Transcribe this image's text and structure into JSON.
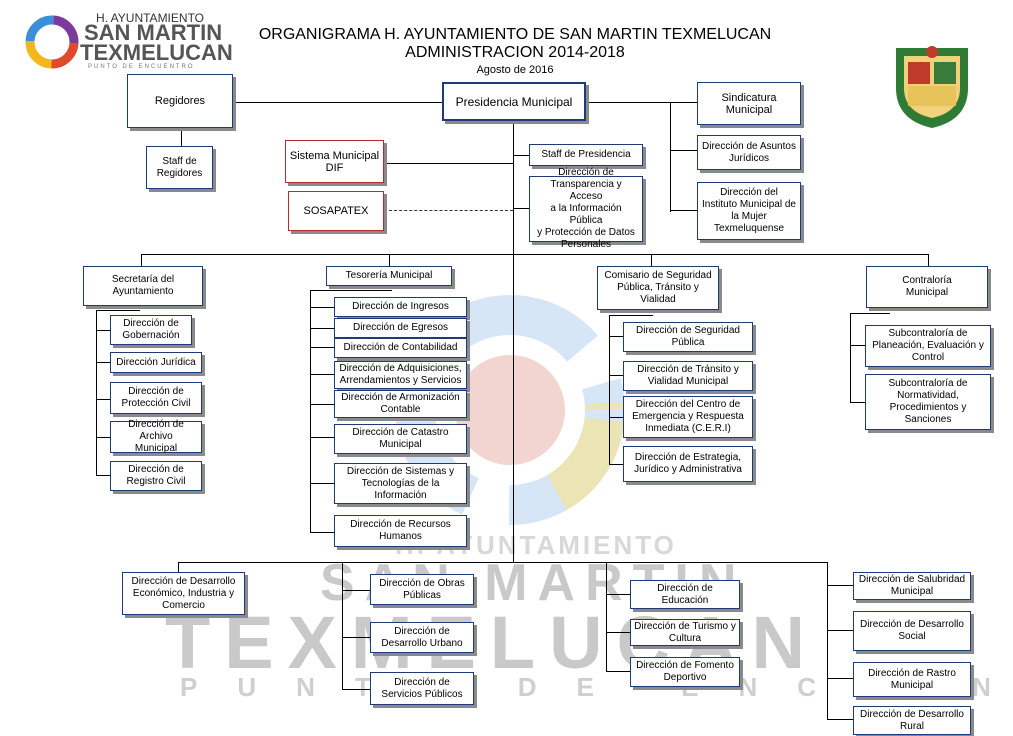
{
  "header": {
    "logo_line1": "H. AYUNTAMIENTO",
    "logo_line2": "SAN MARTIN",
    "logo_line3": "TEXMELUCAN",
    "logo_line4": "PUNTO DE ENCUENTRO",
    "title_line1": "ORGANIGRAMA H. AYUNTAMIENTO DE SAN MARTIN TEXMELUCAN",
    "title_line2": "ADMINISTRACION  2014-2018",
    "date": "Agosto de 2016"
  },
  "watermark": {
    "line1": "H. AYUNTAMIENTO",
    "line2": "SAN MARTIN",
    "line3": "TEXMELUCAN",
    "line4": "PUNTO DE ENCUENTRO"
  },
  "nodes": {
    "presidencia": "Presidencia Municipal",
    "regidores": "Regidores",
    "staff_regidores": "Staff de\nRegidores",
    "sindicatura": "Sindicatura\nMunicipal",
    "asuntos_juridicos": "Dirección de Asuntos\nJurídicos",
    "instituto_mujer": "Dirección del\nInstituto Municipal de\nla Mujer\nTexmeluquense",
    "dif": "Sistema Municipal\nDIF",
    "sosapatex": "SOSAPATEX",
    "staff_presidencia": "Staff de Presidencia",
    "transparencia": "Dirección de\nTransparencia y Acceso\na la Información Pública\ny Protección de Datos\nPersonales",
    "secretaria": "Secretaría del\nAyuntamiento",
    "gobernacion": "Dirección de\nGobernación",
    "juridica": "Dirección Jurídica",
    "proteccion_civil": "Dirección de\nProtección Civil",
    "archivo": "Dirección de Archivo\nMunicipal",
    "registro_civil": "Dirección de\nRegistro Civil",
    "tesoreria": "Tesorería Municipal",
    "ingresos": "Dirección de Ingresos",
    "egresos": "Dirección de Egresos",
    "contabilidad": "Dirección de Contabilidad",
    "adquisiciones": "Dirección de Adquisiciones,\nArrendamientos y Servicios",
    "armonizacion": "Dirección de Armonización\nContable",
    "catastro": "Dirección de Catastro\nMunicipal",
    "sistemas": "Dirección de Sistemas y\nTecnologías de la\nInformación",
    "recursos_humanos": "Dirección de Recursos\nHumanos",
    "comisario": "Comisario de Seguridad\nPública, Tránsito y\nVialidad",
    "seguridad_publica": "Dirección de Seguridad\nPública",
    "transito": "Dirección de Tránsito y\nVialidad Municipal",
    "ceri": "Dirección del Centro de\nEmergencia y  Respuesta\nInmediata (C.E.R.I)",
    "estrategia": "Dirección de Estrategia,\nJurídico y Administrativa",
    "contraloria": "Contraloría\nMunicipal",
    "subcontraloria_planeacion": "Subcontraloría de\nPlaneación, Evaluación y\nControl",
    "subcontraloria_normatividad": "Subcontraloría de\nNormatividad,\nProcedimientos y\nSanciones",
    "desarrollo_economico": "Dirección de Desarrollo\nEconómico, Industria y\nComercio",
    "obras_publicas": "Dirección de Obras\nPúblicas",
    "desarrollo_urbano": "Dirección de\nDesarrollo Urbano",
    "servicios_publicos": "Dirección de\nServicios Públicos",
    "educacion": "Dirección de\nEducación",
    "turismo": "Dirección de Turismo y\nCultura",
    "fomento_deportivo": "Dirección de Fomento\nDeportivo",
    "salubridad": "Dirección de  Salubridad\nMunicipal",
    "desarrollo_social": "Dirección de  Desarrollo\nSocial",
    "rastro": "Dirección de  Rastro\nMunicipal",
    "desarrollo_rural": "Dirección de  Desarrollo\nRural"
  }
}
